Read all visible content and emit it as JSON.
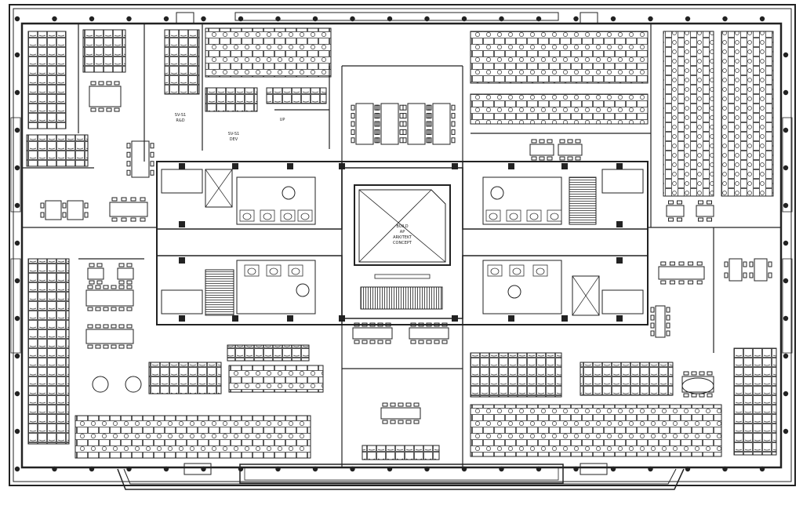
{
  "floor_plan": {
    "labels": {
      "central_void": [
        "BUILD",
        "AP",
        "ARKITEKT",
        "CONCEPT"
      ],
      "room_tl1": [
        "SV-S1",
        "R&D"
      ],
      "room_tl2": [
        "SV-S1",
        "DEV"
      ],
      "room_tl3": [
        "UP"
      ]
    }
  }
}
